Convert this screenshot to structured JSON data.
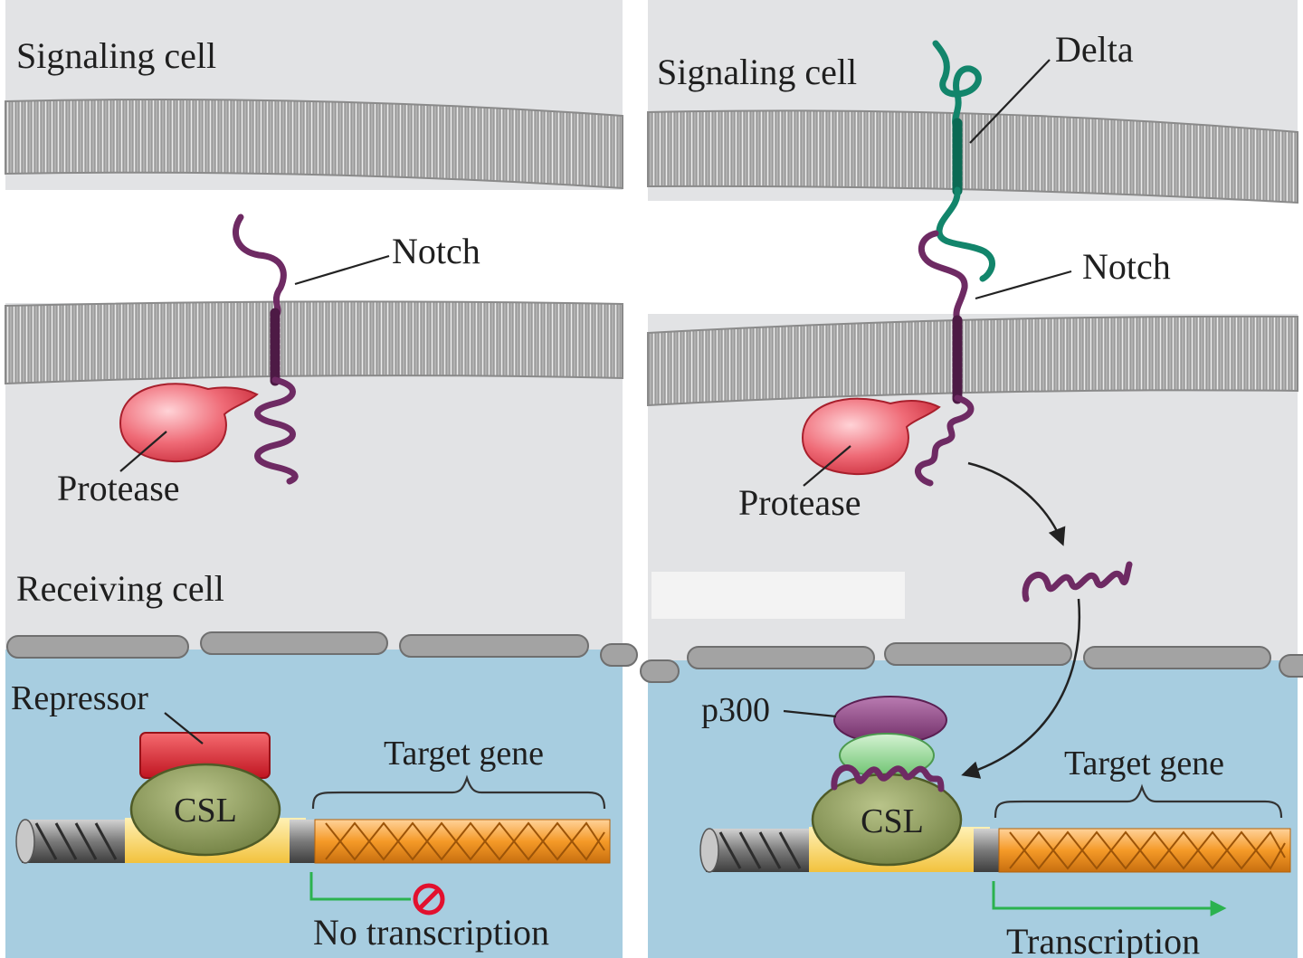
{
  "colors": {
    "membrane": "#8e8e8e",
    "extracellular_gap": "#ffffff",
    "cytoplasm": "#e2e3e5",
    "nucleoplasm": "#a7cde0",
    "notch": "#6e2a63",
    "delta": "#12856b",
    "protease": "#e8505e",
    "repressor": "#e32632",
    "csl": "#8c9c5a",
    "p300": "#8d4485",
    "coactivator": "#9fdb9f",
    "target_gene": "#f59a28",
    "promoter_region": "#f6cf52",
    "transcription_arrow": "#2bb24f",
    "no_symbol": "#e2102e"
  },
  "left_panel": {
    "signaling_cell": "Signaling cell",
    "notch": "Notch",
    "protease": "Protease",
    "receiving_cell": "Receiving cell",
    "repressor": "Repressor",
    "csl": "CSL",
    "target_gene": "Target gene",
    "no_transcription": "No transcription",
    "no_symbol_icon": "prohibited-icon"
  },
  "right_panel": {
    "signaling_cell": "Signaling cell",
    "delta": "Delta",
    "notch": "Notch",
    "protease": "Protease",
    "p300": "p300",
    "csl": "CSL",
    "target_gene": "Target gene",
    "transcription": "Transcription"
  }
}
